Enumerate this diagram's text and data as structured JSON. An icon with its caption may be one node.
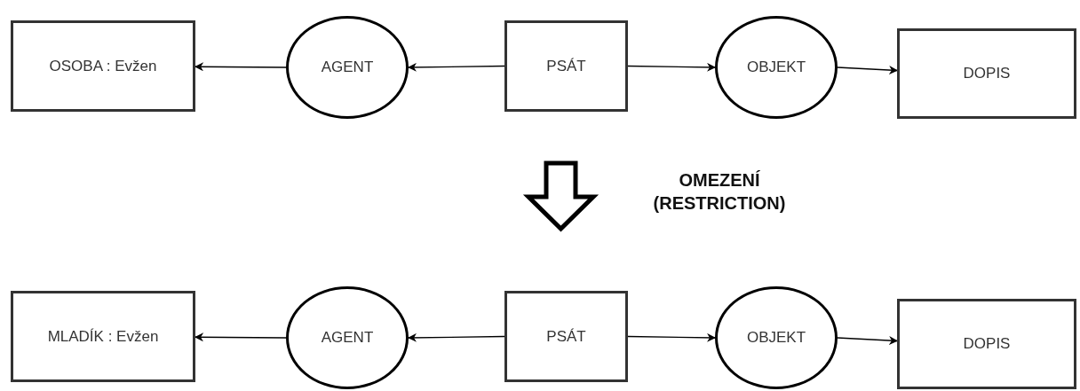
{
  "diagram": {
    "nodes": [
      {
        "text": [
          "OSOBA : Evžen"
        ]
      },
      {
        "text": [
          "AGENT"
        ]
      },
      {
        "text": [
          "PSÁT"
        ]
      },
      {
        "text": [
          "OBJEKT"
        ]
      },
      {
        "text": [
          "DOPIS"
        ]
      },
      {
        "text": [
          "MLADÍK : Evžen"
        ]
      },
      {
        "text": [
          "AGENT"
        ]
      },
      {
        "text": [
          "PSÁT"
        ]
      },
      {
        "text": [
          "OBJEKT"
        ]
      },
      {
        "text": [
          "DOPIS"
        ]
      }
    ],
    "edges": [
      {
        "from": 1,
        "to": 0,
        "arrow": "to"
      },
      {
        "from": 2,
        "to": 1,
        "arrow": "to"
      },
      {
        "from": 2,
        "to": 3,
        "arrow": "to"
      },
      {
        "from": 3,
        "to": 4,
        "arrow": "to"
      },
      {
        "from": 6,
        "to": 5,
        "arrow": "to"
      },
      {
        "from": 7,
        "to": 6,
        "arrow": "to"
      },
      {
        "from": 7,
        "to": 8,
        "arrow": "to"
      },
      {
        "from": 8,
        "to": 9,
        "arrow": "to"
      }
    ],
    "labels": [
      "OMEZENÍ (RESTRICTION)"
    ]
  }
}
